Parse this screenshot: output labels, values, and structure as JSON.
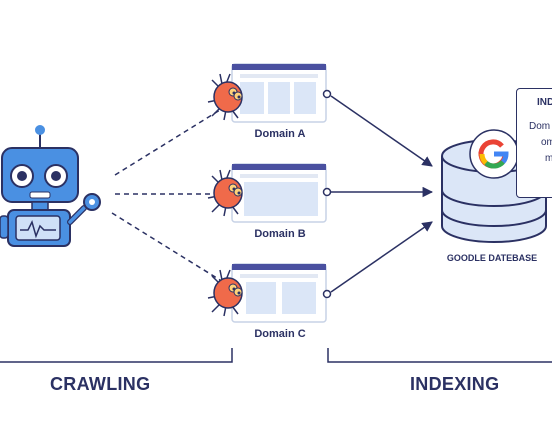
{
  "domains": [
    {
      "label": "Domain A"
    },
    {
      "label": "Domain B"
    },
    {
      "label": "Domain C"
    }
  ],
  "database": {
    "label": "GOODLE DATEBASE",
    "logo": "google-g-logo"
  },
  "index_card": {
    "title": "IND",
    "items": [
      "Dom",
      "om",
      "m"
    ]
  },
  "sections": {
    "crawling": "CRAWLING",
    "indexing": "INDEXING"
  },
  "colors": {
    "navy": "#2b3163",
    "robot_blue": "#4a90e2",
    "browser_fill": "#dbe6f7",
    "spider": "#f06a4a"
  }
}
